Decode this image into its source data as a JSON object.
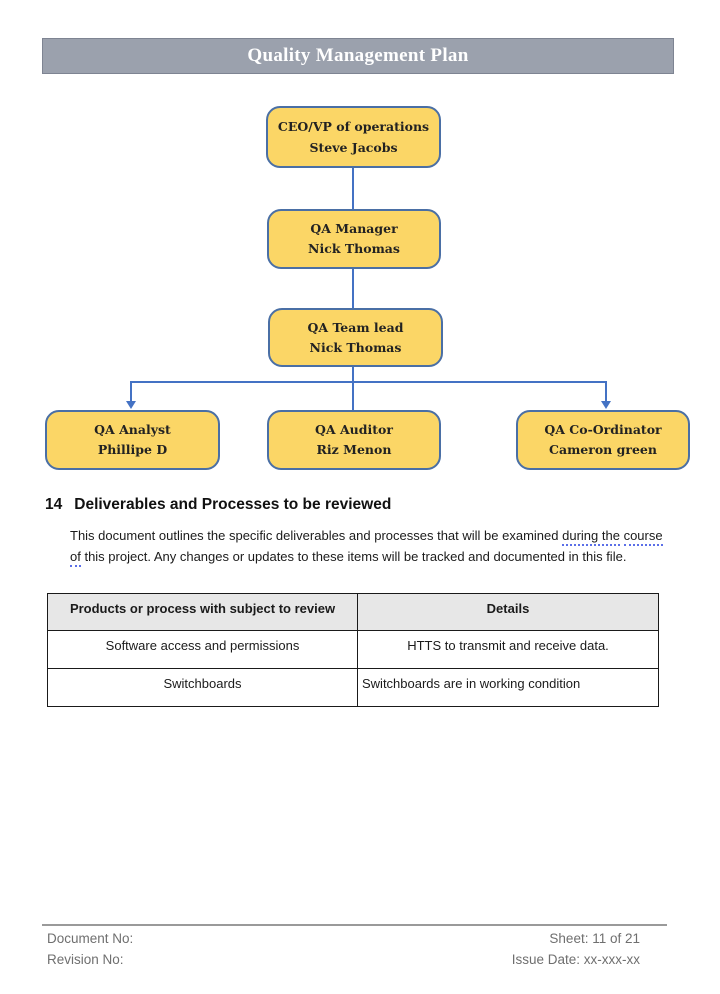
{
  "banner": {
    "title": "Quality Management Plan"
  },
  "org_chart": {
    "ceo": {
      "title": "CEO/VP of operations",
      "name": "Steve Jacobs"
    },
    "manager": {
      "title": "QA Manager",
      "name": "Nick Thomas"
    },
    "team_lead": {
      "title": "QA Team lead",
      "name": "Nick Thomas"
    },
    "analyst": {
      "title": "QA Analyst",
      "name": "Phillipe D"
    },
    "auditor": {
      "title": "QA Auditor",
      "name": "Riz Menon"
    },
    "coordinator": {
      "title": "QA Co-Ordinator",
      "name": "Cameron green"
    }
  },
  "section": {
    "number": "14",
    "title": "Deliverables and Processes to be reviewed",
    "paragraph": {
      "part1": "This document outlines the specific deliverables and processes that will be examined ",
      "flagged1": "during the",
      "part2": " ",
      "flagged2": "course of",
      "part3": " this project. Any changes or updates to these items will be tracked and documented in this file."
    }
  },
  "review_table": {
    "headers": [
      "Products or process with subject to review",
      "Details"
    ],
    "rows": [
      {
        "product": "Software access and permissions",
        "details": "HTTS to transmit and receive data."
      },
      {
        "product": "Switchboards",
        "details": "Switchboards are in working condition"
      }
    ]
  },
  "footer": {
    "document_no": "Document No:",
    "revision_no": "Revision No:",
    "sheet": "Sheet: 11 of 21",
    "issue_date": "Issue Date: xx-xxx-xx"
  },
  "colors": {
    "banner_bg": "#9BA1AD",
    "banner_border": "#7E8492",
    "box_fill": "#FBD666",
    "box_border": "#4A6FA5",
    "connector": "#4472C4",
    "table_header_bg": "#E7E7E7",
    "footer_text": "#6F6F6F"
  }
}
